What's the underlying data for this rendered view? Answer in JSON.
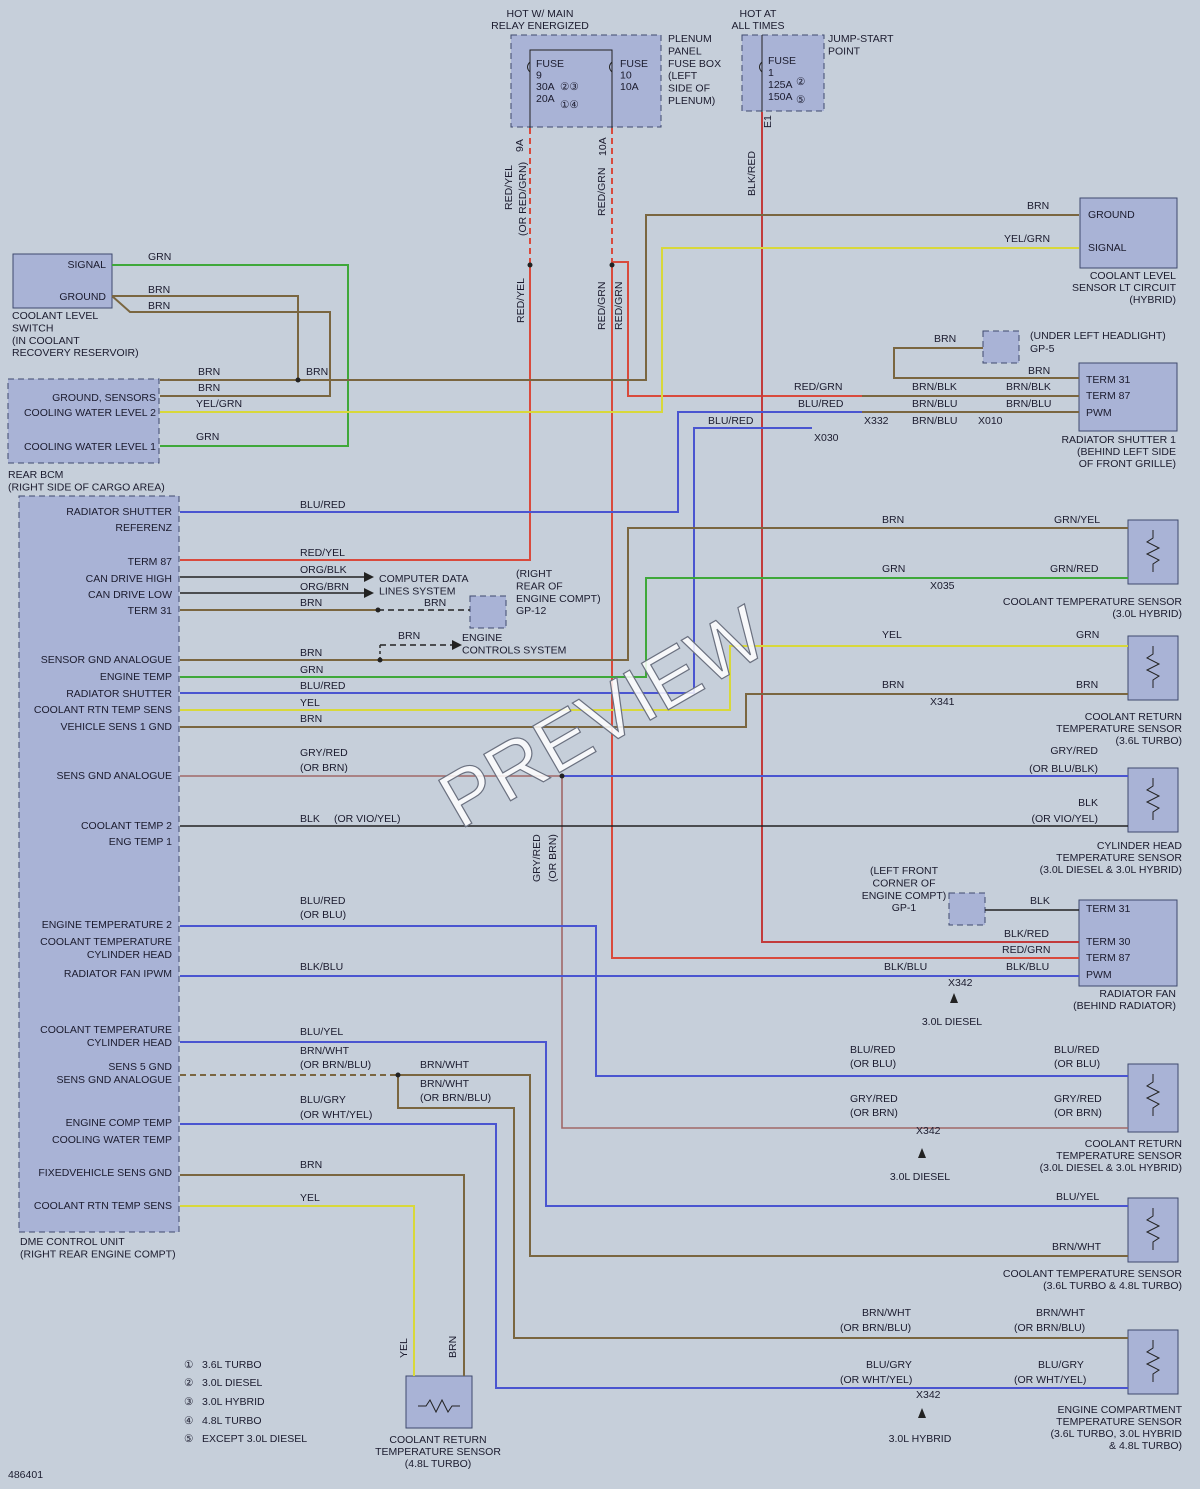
{
  "top": {
    "hot_main": [
      "HOT W/ MAIN",
      "RELAY ENERGIZED"
    ],
    "hot_always": [
      "HOT AT",
      "ALL TIMES"
    ],
    "plenum": [
      "PLENUM",
      "PANEL",
      "FUSE BOX",
      "(LEFT",
      "SIDE OF",
      "PLENUM)"
    ],
    "fuse9": [
      "FUSE",
      "9",
      "30A",
      "20A"
    ],
    "fuse9_notes": [
      "②③",
      "①④"
    ],
    "fuse10": [
      "FUSE",
      "10",
      "10A"
    ],
    "jump": [
      "JUMP-START",
      "POINT"
    ],
    "fuse1": [
      "FUSE",
      "1",
      "125A",
      "150A"
    ],
    "fuse1_notes": [
      "②",
      "⑤"
    ],
    "pin9a": "9A",
    "pin10a": "10A",
    "pine1": "E1"
  },
  "wires": {
    "red_yel": "RED/YEL",
    "or_red_grn": "(OR RED/GRN)",
    "red_grn": "RED/GRN",
    "blk_red": "BLK/RED",
    "grn": "GRN",
    "brn": "BRN",
    "yel_grn": "YEL/GRN",
    "red_grn2": "RED/GRN",
    "blu_red": "BLU/RED",
    "brn_blk": "BRN/BLK",
    "brn_blu": "BRN/BLU",
    "blk_red2": "BLK/RED",
    "blk_blu": "BLK/BLU",
    "yel": "YEL",
    "grn_yel": "GRN/YEL",
    "grn_red": "GRN/RED",
    "gry_red": "GRY/RED",
    "or_brn": "(OR BRN)",
    "or_blu_blk": "(OR BLU/BLK)",
    "blk": "BLK",
    "or_vio_yel": "(OR VIO/YEL)",
    "or_blu": "(OR BLU)",
    "blu_yel": "BLU/YEL",
    "brn_wht": "BRN/WHT",
    "or_brn_blu": "(OR BRN/BLU)",
    "blu_gry": "BLU/GRY",
    "or_wht_yel": "(OR WHT/YEL)",
    "org_blk": "ORG/BLK",
    "org_brn": "ORG/BRN"
  },
  "components": {
    "coolant_level_switch": {
      "title": [
        "COOLANT LEVEL",
        "SWITCH",
        "(IN COOLANT",
        "RECOVERY RESERVOIR)"
      ],
      "pins": [
        "SIGNAL",
        "GROUND"
      ]
    },
    "rear_bcm": {
      "title": [
        "REAR BCM",
        "(RIGHT SIDE OF CARGO AREA)"
      ],
      "pins": [
        "GROUND, SENSORS",
        "COOLING WATER LEVEL 2",
        "COOLING WATER LEVEL 1"
      ]
    },
    "coolant_level_lt": {
      "pins": [
        "GROUND",
        "SIGNAL"
      ],
      "title": [
        "COOLANT LEVEL",
        "SENSOR LT CIRCUIT",
        "(HYBRID)"
      ]
    },
    "gp5": [
      "(UNDER LEFT HEADLIGHT)",
      "GP-5"
    ],
    "radiator_shutter": {
      "pins": [
        "TERM 31",
        "TERM 87",
        "PWM"
      ],
      "title": [
        "RADIATOR SHUTTER 1",
        "(BEHIND LEFT SIDE",
        "OF FRONT GRILLE)"
      ]
    },
    "dme": {
      "title": [
        "DME CONTROL UNIT",
        "(RIGHT REAR ENGINE COMPT)"
      ],
      "pins": [
        "RADIATOR SHUTTER",
        "REFERENZ",
        "TERM 87",
        "CAN DRIVE HIGH",
        "CAN DRIVE LOW",
        "TERM 31",
        "SENSOR GND ANALOGUE",
        "ENGINE TEMP",
        "RADIATOR SHUTTER",
        "COOLANT RTN TEMP SENS",
        "VEHICLE SENS 1 GND",
        "SENS GND ANALOGUE",
        "COOLANT TEMP 2",
        "ENG TEMP 1",
        "ENGINE TEMPERATURE 2",
        "COOLANT TEMPERATURE",
        "CYLINDER HEAD",
        "RADIATOR FAN IPWM",
        "COOLANT TEMPERATURE",
        "CYLINDER HEAD",
        "SENS 5 GND",
        "SENS GND ANALOGUE",
        "ENGINE COMP TEMP",
        "COOLING WATER TEMP",
        "FIXEDVEHICLE SENS GND",
        "COOLANT RTN TEMP SENS"
      ]
    },
    "cdl": [
      "COMPUTER DATA",
      "LINES SYSTEM"
    ],
    "gp12": [
      "(RIGHT",
      "REAR OF",
      "ENGINE COMPT)",
      "GP-12"
    ],
    "ecs": [
      "ENGINE",
      "CONTROLS SYSTEM"
    ],
    "cts_hybrid": [
      "COOLANT TEMPERATURE SENSOR",
      "(3.0L HYBRID)"
    ],
    "crts_36": [
      "COOLANT RETURN",
      "TEMPERATURE SENSOR",
      "(3.6L TURBO)"
    ],
    "chts": [
      "CYLINDER HEAD",
      "TEMPERATURE SENSOR",
      "(3.0L DIESEL & 3.0L HYBRID)"
    ],
    "gp1": [
      "(LEFT FRONT",
      "CORNER OF",
      "ENGINE COMPT)",
      "GP-1"
    ],
    "radiator_fan": {
      "pins": [
        "TERM 31",
        "TERM 30",
        "TERM 87",
        "PWM"
      ],
      "title": [
        "RADIATOR FAN",
        "(BEHIND RADIATOR)"
      ]
    },
    "crts_diesel": [
      "COOLANT RETURN",
      "TEMPERATURE SENSOR",
      "(3.0L DIESEL & 3.0L HYBRID)"
    ],
    "cts_turbo": [
      "COOLANT TEMPERATURE SENSOR",
      "(3.6L TURBO & 4.8L TURBO)"
    ],
    "ects": [
      "ENGINE COMPARTMENT",
      "TEMPERATURE SENSOR",
      "(3.6L TURBO, 3.0L HYBRID",
      "& 4.8L TURBO)"
    ],
    "crts_48": [
      "COOLANT RETURN",
      "TEMPERATURE SENSOR",
      "(4.8L TURBO)"
    ]
  },
  "connectors": {
    "x332": "X332",
    "x010": "X010",
    "x030": "X030",
    "x035": "X035",
    "x341": "X341",
    "x342": "X342"
  },
  "notes": {
    "diesel": "3.0L DIESEL",
    "hybrid": "3.0L HYBRID"
  },
  "legend": [
    "3.6L TURBO",
    "3.0L DIESEL",
    "3.0L HYBRID",
    "4.8L TURBO",
    "EXCEPT 3.0L DIESEL"
  ],
  "legend_marks": [
    "①",
    "②",
    "③",
    "④",
    "⑤"
  ],
  "diagram_id": "486401",
  "watermark": "PREVIEW",
  "colors": {
    "background": "#c6cfda",
    "box": "#a9b3d6",
    "red": "#d94a3c",
    "green": "#3fa83a",
    "brown": "#7a6640",
    "yellow": "#d8d83a",
    "blue": "#4a55d0",
    "gray": "#a09ab0",
    "black": "#222"
  }
}
